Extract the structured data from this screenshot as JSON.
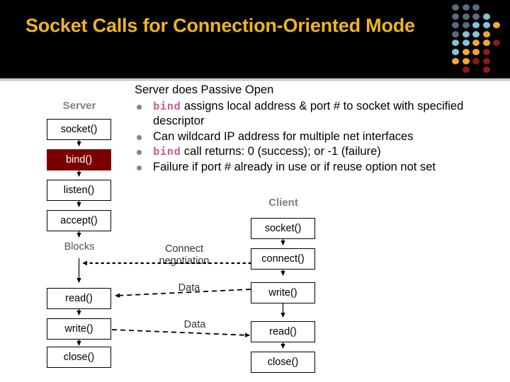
{
  "header": {
    "title": "Socket Calls for Connection-Oriented Mode",
    "background": "#000000",
    "title_color": "#EFB521",
    "decoration": {
      "name": "dot-grid",
      "colors": [
        "#5A6B7D",
        "#7FC4DC",
        "#F0A830",
        "#8B1A1A"
      ],
      "dots": [
        {
          "col": 0,
          "row": 0,
          "color": "#5A6B7D"
        },
        {
          "col": 1,
          "row": 0,
          "color": "#5A6B7D"
        },
        {
          "col": 2,
          "row": 0,
          "color": "#5A6B7D"
        },
        {
          "col": 0,
          "row": 1,
          "color": "#5A6B7D"
        },
        {
          "col": 1,
          "row": 1,
          "color": "#5A6B7D"
        },
        {
          "col": 2,
          "row": 1,
          "color": "#5A6B7D"
        },
        {
          "col": 3,
          "row": 1,
          "color": "#7FC4DC"
        },
        {
          "col": 0,
          "row": 2,
          "color": "#5A6B7D"
        },
        {
          "col": 1,
          "row": 2,
          "color": "#5A6B7D"
        },
        {
          "col": 2,
          "row": 2,
          "color": "#7FC4DC"
        },
        {
          "col": 3,
          "row": 2,
          "color": "#7FC4DC"
        },
        {
          "col": 4,
          "row": 2,
          "color": "#F0A830"
        },
        {
          "col": 0,
          "row": 3,
          "color": "#5A6B7D"
        },
        {
          "col": 1,
          "row": 3,
          "color": "#7FC4DC"
        },
        {
          "col": 2,
          "row": 3,
          "color": "#7FC4DC"
        },
        {
          "col": 3,
          "row": 3,
          "color": "#F0A830"
        },
        {
          "col": 0,
          "row": 4,
          "color": "#7FC4DC"
        },
        {
          "col": 1,
          "row": 4,
          "color": "#7FC4DC"
        },
        {
          "col": 2,
          "row": 4,
          "color": "#F0A830"
        },
        {
          "col": 3,
          "row": 4,
          "color": "#F0A830"
        },
        {
          "col": 4,
          "row": 4,
          "color": "#8B1A1A"
        },
        {
          "col": 0,
          "row": 5,
          "color": "#7FC4DC"
        },
        {
          "col": 1,
          "row": 5,
          "color": "#F0A830"
        },
        {
          "col": 2,
          "row": 5,
          "color": "#F0A830"
        },
        {
          "col": 3,
          "row": 5,
          "color": "#8B1A1A"
        },
        {
          "col": 0,
          "row": 6,
          "color": "#F0A830"
        },
        {
          "col": 1,
          "row": 6,
          "color": "#F0A830"
        },
        {
          "col": 2,
          "row": 6,
          "color": "#8B1A1A"
        },
        {
          "col": 3,
          "row": 6,
          "color": "#8B1A1A"
        },
        {
          "col": 1,
          "row": 7,
          "color": "#8B1A1A"
        },
        {
          "col": 3,
          "row": 7,
          "color": "#8B1A1A"
        }
      ]
    }
  },
  "content": {
    "heading": "Server does Passive Open",
    "bullets": [
      {
        "code": "bind",
        "text": " assigns local address & port # to socket with specified descriptor"
      },
      {
        "code": "",
        "text": "Can wildcard IP address for multiple net interfaces"
      },
      {
        "code": "bind",
        "text": " call returns: 0 (success); or -1 (failure)"
      },
      {
        "code": "",
        "text": "Failure if port # already in use or if reuse option not set"
      }
    ],
    "code_color": "#C8629B",
    "bullet_color": "#7a8693"
  },
  "diagram": {
    "server": {
      "heading": "Server",
      "steps": [
        {
          "label": "socket()",
          "highlight": false
        },
        {
          "label": "bind()",
          "highlight": true
        },
        {
          "label": "listen()",
          "highlight": false
        },
        {
          "label": "accept()",
          "highlight": false
        }
      ],
      "blocks_label": "Blocks",
      "steps_lower": [
        {
          "label": "read()",
          "highlight": false
        },
        {
          "label": "write()",
          "highlight": false
        },
        {
          "label": "close()",
          "highlight": false
        }
      ],
      "highlight_color": "#7A0000"
    },
    "client": {
      "heading": "Client",
      "steps": [
        {
          "label": "socket()",
          "highlight": false
        },
        {
          "label": "connect()",
          "highlight": false
        },
        {
          "label": "write()",
          "highlight": false
        },
        {
          "label": "read()",
          "highlight": false
        },
        {
          "label": "close()",
          "highlight": false
        }
      ]
    },
    "messages": [
      {
        "label": "Connect\nnegotiation",
        "style": "dotted",
        "direction": "client-to-server"
      },
      {
        "label": "Data",
        "style": "dashed",
        "direction": "client-to-server"
      },
      {
        "label": "Data",
        "style": "dashed",
        "direction": "server-to-client"
      }
    ]
  }
}
